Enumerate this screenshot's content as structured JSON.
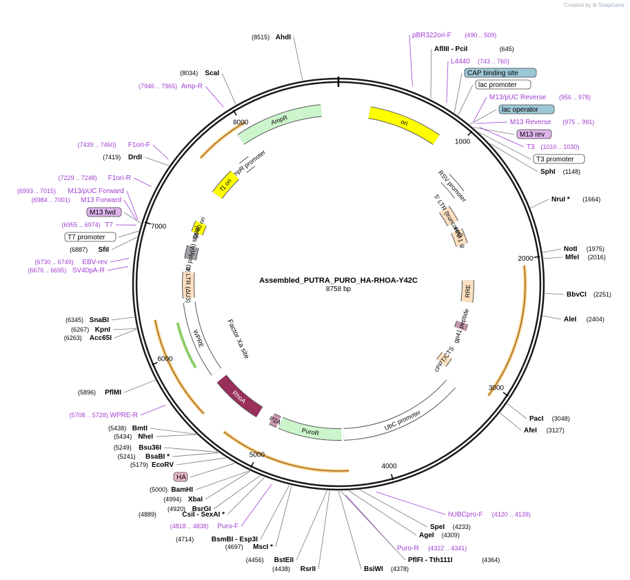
{
  "credit": {
    "prefix": "Created by",
    "brand": "SnapGene"
  },
  "plasmid": {
    "name": "Assembled_PUTRA_PURO_HA-RHOA-Y42C",
    "length_label": "8758 bp",
    "length": 8758
  },
  "ruler_ticks": [
    {
      "pos": 1000,
      "label": "1000"
    },
    {
      "pos": 2000,
      "label": "2000"
    },
    {
      "pos": 3000,
      "label": "3000"
    },
    {
      "pos": 4000,
      "label": "4000"
    },
    {
      "pos": 5000,
      "label": "5000"
    },
    {
      "pos": 6000,
      "label": "6000"
    },
    {
      "pos": 7000,
      "label": "7000"
    },
    {
      "pos": 8000,
      "label": "8000"
    }
  ],
  "features": [
    {
      "name": "ori",
      "start": 250,
      "end": 830,
      "ring": 1,
      "color": "#ffff00",
      "label": "ori"
    },
    {
      "name": "amp-r",
      "start": 7930,
      "end": 8620,
      "ring": 1,
      "color": "#ccf5cc",
      "label": "AmpR",
      "reverse": false
    },
    {
      "name": "amp-promoter",
      "start": 7800,
      "end": 7900,
      "ring": 2,
      "color": "#ffffff",
      "label": "AmpR promoter"
    },
    {
      "name": "f1-ori",
      "start": 7450,
      "end": 7700,
      "ring": 2,
      "color": "#ffff00",
      "label": "f1 ori"
    },
    {
      "name": "sv40-ori",
      "start": 7050,
      "end": 7150,
      "ring": 2,
      "color": "#ffff00",
      "label": "SV40 ori"
    },
    {
      "name": "sv40-polya",
      "start": 6800,
      "end": 6920,
      "ring": 2,
      "color": "#a0a0a8",
      "label": "SV40 poly(A) signal"
    },
    {
      "name": "ltr-3",
      "start": 6440,
      "end": 6680,
      "ring": 2,
      "color": "#fde0c0",
      "label": "3' LTR (ΔU3)"
    },
    {
      "name": "wpre",
      "start": 5700,
      "end": 6400,
      "ring": 2,
      "color": "#ffffff",
      "label": "WPRE"
    },
    {
      "name": "rhoa",
      "start": 5150,
      "end": 5620,
      "ring": 2,
      "color": "#9a2f5c",
      "label": "RhoA"
    },
    {
      "name": "p2a",
      "start": 4950,
      "end": 5020,
      "ring": 2,
      "color": "#c898b0",
      "label": "P2A"
    },
    {
      "name": "puror",
      "start": 4350,
      "end": 4930,
      "ring": 2,
      "color": "#ccf5cc",
      "label": "PuroR"
    },
    {
      "name": "ubc-promoter",
      "start": 3200,
      "end": 4330,
      "ring": 2,
      "color": "#ffffff",
      "label": "UbC promoter"
    },
    {
      "name": "cppt",
      "start": 3000,
      "end": 3100,
      "ring": 3,
      "color": "#fde0c0",
      "label": "cPPT/CTS"
    },
    {
      "name": "gp41",
      "start": 2610,
      "end": 2680,
      "ring": 3,
      "color": "#c898b0",
      "label": "gp41 peptide"
    },
    {
      "name": "rre",
      "start": 2150,
      "end": 2380,
      "ring": 3,
      "color": "#fde0c0",
      "label": "RRE"
    },
    {
      "name": "hiv-psi",
      "start": 1600,
      "end": 1760,
      "ring": 3,
      "color": "#fde0c0",
      "label": "HIV-1 ψ"
    },
    {
      "name": "ltr-5",
      "start": 1330,
      "end": 1510,
      "ring": 3,
      "color": "#fde0c0",
      "label": "5' LTR (truncated)"
    },
    {
      "name": "rsv-promoter",
      "start": 1100,
      "end": 1300,
      "ring": 2,
      "color": "#ffffff",
      "label": "RSV promoter"
    }
  ],
  "features_inner_labels": {
    "factor_xa": "Factor Xa site"
  },
  "labels_right": [
    {
      "id": "pbr322ori-f",
      "text": "pBR322ori-F",
      "range": "(490 .. 509)",
      "kind": "primer",
      "pos": 500
    },
    {
      "id": "afliii",
      "text": "AflIII  - PciI",
      "range": "(645)",
      "kind": "enzyme",
      "pos": 645
    },
    {
      "id": "l4440",
      "text": "L4440",
      "range": "(743 .. 760)",
      "kind": "primer",
      "pos": 750
    },
    {
      "id": "cap-site",
      "text": "CAP binding site",
      "range": "",
      "kind": "feature-teal",
      "pos": 830
    },
    {
      "id": "lac-promoter",
      "text": "lac promoter",
      "range": "",
      "kind": "feature-white",
      "pos": 860
    },
    {
      "id": "m13-puc-rev",
      "text": "M13/pUC Reverse",
      "range": "(956 .. 978)",
      "kind": "primer",
      "pos": 967
    },
    {
      "id": "lac-operator",
      "text": "lac operator",
      "range": "",
      "kind": "feature-teal",
      "pos": 960
    },
    {
      "id": "m13-reverse",
      "text": "M13 Reverse",
      "range": "(975 .. 991)",
      "kind": "primer",
      "pos": 983
    },
    {
      "id": "m13-rev",
      "text": "M13 rev",
      "range": "",
      "kind": "feature-purple",
      "pos": 990
    },
    {
      "id": "t3",
      "text": "T3",
      "range": "(1010 .. 1030)",
      "kind": "primer",
      "pos": 1020
    },
    {
      "id": "t3-promoter",
      "text": "T3 promoter",
      "range": "",
      "kind": "feature-white",
      "pos": 1040
    },
    {
      "id": "sphi",
      "text": "SphI",
      "range": "(1148)",
      "kind": "enzyme",
      "pos": 1148
    },
    {
      "id": "nrui",
      "text": "NruI *",
      "range": "(1664)",
      "kind": "enzyme",
      "pos": 1664
    },
    {
      "id": "noti",
      "text": "NotI",
      "range": "(1975)",
      "kind": "enzyme",
      "pos": 1975
    },
    {
      "id": "mfei",
      "text": "MfeI",
      "range": "(2016)",
      "kind": "enzyme",
      "pos": 2016
    },
    {
      "id": "bbvci",
      "text": "BbvCI",
      "range": "(2251)",
      "kind": "enzyme",
      "pos": 2251
    },
    {
      "id": "alei",
      "text": "AleI",
      "range": "(2404)",
      "kind": "enzyme",
      "pos": 2404
    },
    {
      "id": "paci",
      "text": "PacI",
      "range": "(3048)",
      "kind": "enzyme",
      "pos": 3048
    },
    {
      "id": "afei",
      "text": "AfeI",
      "range": "(3127)",
      "kind": "enzyme",
      "pos": 3127
    },
    {
      "id": "hubcpro-f",
      "text": "hUBCpro-F",
      "range": "(4120 .. 4139)",
      "kind": "primer",
      "pos": 4130
    },
    {
      "id": "spei",
      "text": "SpeI",
      "range": "(4233)",
      "kind": "enzyme",
      "pos": 4233
    },
    {
      "id": "agei",
      "text": "AgeI",
      "range": "(4309)",
      "kind": "enzyme",
      "pos": 4309
    },
    {
      "id": "puro-r",
      "text": "Puro-R",
      "range": "(4322 .. 4341)",
      "kind": "primer",
      "pos": 4331
    },
    {
      "id": "pflfi",
      "text": "PflFI  - Tth111I",
      "range": "(4364)",
      "kind": "enzyme",
      "pos": 4364
    },
    {
      "id": "bsiwi",
      "text": "BsiWI",
      "range": "(4378)",
      "kind": "enzyme",
      "pos": 4378
    }
  ],
  "labels_left": [
    {
      "id": "ahdi",
      "text": "AhdI",
      "range": "(8515)",
      "kind": "enzyme",
      "pos": 8515
    },
    {
      "id": "scai",
      "text": "ScaI",
      "range": "(8034)",
      "kind": "enzyme",
      "pos": 8034
    },
    {
      "id": "amp-r-primer",
      "text": "Amp-R",
      "range": "(7946 .. 7965)",
      "kind": "primer",
      "pos": 7955
    },
    {
      "id": "f1ori-f",
      "text": "F1ori-F",
      "range": "(7439 .. 7460)",
      "kind": "primer",
      "pos": 7450
    },
    {
      "id": "drdi",
      "text": "DrdI",
      "range": "(7419)",
      "kind": "enzyme",
      "pos": 7419
    },
    {
      "id": "f1ori-r",
      "text": "F1ori-R",
      "range": "(7229 .. 7248)",
      "kind": "primer",
      "pos": 7238
    },
    {
      "id": "m13-puc-fwd",
      "text": "M13/pUC Forward",
      "range": "(6993 .. 7015)",
      "kind": "primer",
      "pos": 7004
    },
    {
      "id": "m13-forward",
      "text": "M13 Forward",
      "range": "(6984 .. 7001)",
      "kind": "primer",
      "pos": 6992
    },
    {
      "id": "m13-fwd",
      "text": "M13 fwd",
      "range": "",
      "kind": "feature-purple",
      "pos": 6985
    },
    {
      "id": "t7",
      "text": "T7",
      "range": "(6955 .. 6974)",
      "kind": "primer",
      "pos": 6964
    },
    {
      "id": "t7-promoter",
      "text": "T7 promoter",
      "range": "",
      "kind": "feature-white",
      "pos": 6930
    },
    {
      "id": "sfii",
      "text": "SfiI",
      "range": "(6887)",
      "kind": "enzyme",
      "pos": 6887
    },
    {
      "id": "ebv-rev",
      "text": "EBV-rev",
      "range": "(6730 .. 6749)",
      "kind": "primer",
      "pos": 6740
    },
    {
      "id": "sv40pa-r",
      "text": "SV40pA-R",
      "range": "(6676 .. 6695)",
      "kind": "primer",
      "pos": 6685
    },
    {
      "id": "snabi",
      "text": "SnaBI",
      "range": "(6345)",
      "kind": "enzyme",
      "pos": 6345
    },
    {
      "id": "kpni",
      "text": "KpnI",
      "range": "(6267)",
      "kind": "enzyme",
      "pos": 6267
    },
    {
      "id": "acc65i",
      "text": "Acc65I",
      "range": "(6263)",
      "kind": "enzyme",
      "pos": 6263
    },
    {
      "id": "pflmi",
      "text": "PflMI",
      "range": "(5896)",
      "kind": "enzyme",
      "pos": 5896
    },
    {
      "id": "wpre-r",
      "text": "WPRE-R",
      "range": "(5708 .. 5728)",
      "kind": "primer",
      "pos": 5718
    },
    {
      "id": "bmti",
      "text": "BmtI",
      "range": "(5438)",
      "kind": "enzyme",
      "pos": 5438
    },
    {
      "id": "nhei",
      "text": "NheI",
      "range": "(5434)",
      "kind": "enzyme",
      "pos": 5434
    },
    {
      "id": "bsu36i",
      "text": "Bsu36I",
      "range": "(5249)",
      "kind": "enzyme",
      "pos": 5249
    },
    {
      "id": "bsabi",
      "text": "BsaBI *",
      "range": "(5241)",
      "kind": "enzyme",
      "pos": 5241
    },
    {
      "id": "ecorv",
      "text": "EcoRV",
      "range": "(5179)",
      "kind": "enzyme",
      "pos": 5179
    },
    {
      "id": "ha",
      "text": "HA",
      "range": "",
      "kind": "feature-pink",
      "pos": 5110
    },
    {
      "id": "bamhi",
      "text": "BamHI",
      "range": "(5000)",
      "kind": "enzyme",
      "pos": 5000
    },
    {
      "id": "xbai",
      "text": "XbaI",
      "range": "(4994)",
      "kind": "enzyme",
      "pos": 4994
    },
    {
      "id": "bsrgi",
      "text": "BsrGI",
      "range": "(4920)",
      "kind": "enzyme",
      "pos": 4920
    },
    {
      "id": "csii",
      "text": "CsiI  - SexAI *",
      "range": "(4889)",
      "kind": "enzyme",
      "pos": 4889
    },
    {
      "id": "puro-f",
      "text": "Puro-F",
      "range": "(4818 .. 4838)",
      "kind": "primer",
      "pos": 4828
    },
    {
      "id": "bsmbi",
      "text": "BsmBI  - Esp3I",
      "range": "(4714)",
      "kind": "enzyme",
      "pos": 4714
    },
    {
      "id": "msci",
      "text": "MscI *",
      "range": "(4697)",
      "kind": "enzyme",
      "pos": 4697
    },
    {
      "id": "bsteii",
      "text": "BstEII",
      "range": "(4456)",
      "kind": "enzyme",
      "pos": 4456
    },
    {
      "id": "rsrii",
      "text": "RsrII",
      "range": "(4438)",
      "kind": "enzyme",
      "pos": 4438
    }
  ],
  "colors": {
    "primer": "#a03cd2",
    "enzyme": "#000000",
    "range": "#000000",
    "backbone": "#1a1a1a",
    "orange_arc": "#f5a623",
    "green_arc": "#5cb82a",
    "teal": "#9cc7d6",
    "purple_box": "#dcb4ea",
    "pink_box": "#e8b8c8"
  }
}
